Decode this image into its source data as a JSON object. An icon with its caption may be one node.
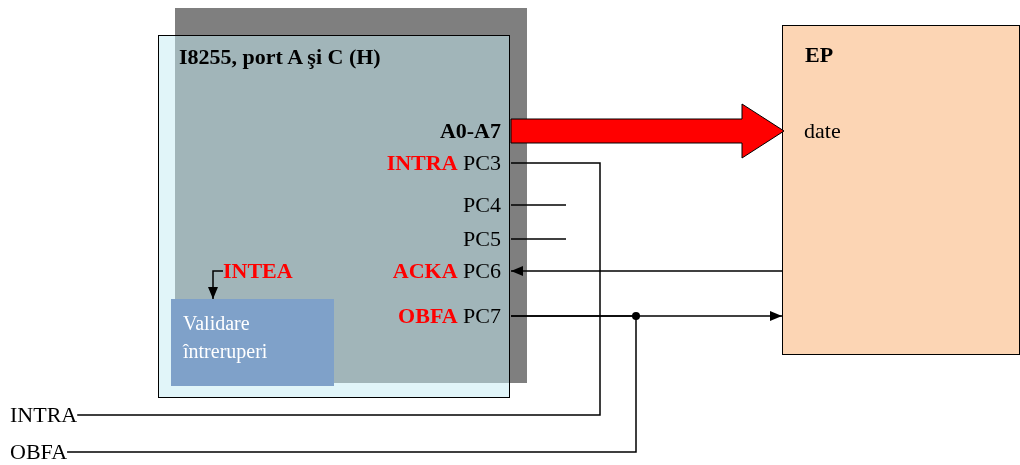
{
  "diagram": {
    "nodes": [
      {
        "text": [
          "I8255, port A şi C (H)"
        ]
      },
      {
        "text": [
          "A0-A7"
        ],
        "in": 0
      },
      {
        "text": [
          "INTRA",
          "PC3"
        ],
        "in": 0
      },
      {
        "text": [
          "PC4"
        ],
        "in": 0
      },
      {
        "text": [
          "PC5"
        ],
        "in": 0
      },
      {
        "text": [
          "INTEA"
        ],
        "in": 0
      },
      {
        "text": [
          "ACKA",
          "PC6"
        ],
        "in": 0
      },
      {
        "text": [
          "OBFA",
          "PC7"
        ],
        "in": 0
      },
      {
        "text": [
          "Validare întreruperi"
        ],
        "in": 0
      },
      {
        "text": [
          "EP"
        ]
      },
      {
        "text": [
          "date"
        ],
        "in": 9
      },
      {
        "text": [
          "INTRA"
        ]
      },
      {
        "text": [
          "OBFA"
        ]
      }
    ],
    "edges": [
      {
        "from": 1,
        "to": 10,
        "arrow": "to",
        "style": "thick",
        "color": "#ff0000"
      },
      {
        "from": 2,
        "to": 11,
        "arrow": "none"
      },
      {
        "from": 3,
        "to": null,
        "arrow": "none"
      },
      {
        "from": 4,
        "to": null,
        "arrow": "none"
      },
      {
        "from": 9,
        "to": 6,
        "arrow": "to"
      },
      {
        "from": 7,
        "to": 9,
        "arrow": "to"
      },
      {
        "from": 7,
        "to": 12,
        "arrow": "none"
      },
      {
        "from": 5,
        "to": 8,
        "arrow": "to"
      }
    ]
  }
}
